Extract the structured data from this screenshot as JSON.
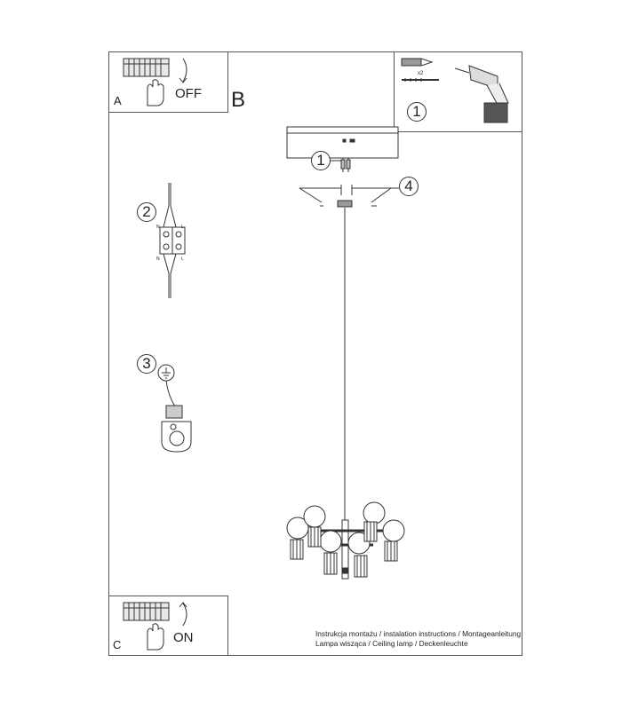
{
  "steps": {
    "a_letter": "A",
    "a_state": "OFF",
    "b_letter": "B",
    "c_letter": "C",
    "c_state": "ON"
  },
  "callouts": [
    "1",
    "2",
    "3",
    "4"
  ],
  "tools": {
    "quantity": "x2"
  },
  "terminal_labels": {
    "neutral": "N",
    "live": "L"
  },
  "caption": {
    "line1": "Instrukcja montażu / instalation instructions / Montageanleitung",
    "line2": "Lampa wisząca / Ceiling lamp / Deckenleuchte"
  }
}
